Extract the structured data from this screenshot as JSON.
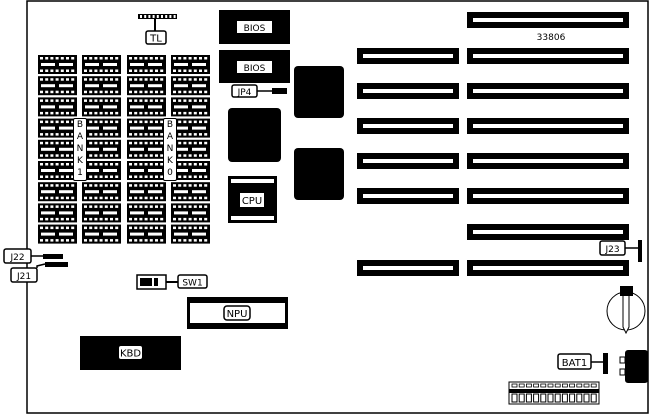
{
  "board": {
    "model_number": "33806",
    "labels": {
      "tl": "TL",
      "bios_1": "BIOS",
      "bios_2": "BIOS",
      "jp4": "JP4",
      "bank1": [
        "B",
        "A",
        "N",
        "K",
        "1"
      ],
      "bank0": [
        "B",
        "A",
        "N",
        "K",
        "0"
      ],
      "cpu": "CPU",
      "j22": "J22",
      "j21": "J21",
      "sw1": "SW1",
      "npu": "NPU",
      "kbd": "KBD",
      "j23": "J23",
      "bat1": "BAT1"
    }
  },
  "colors": {
    "ink": "#000000",
    "paper": "#ffffff"
  }
}
